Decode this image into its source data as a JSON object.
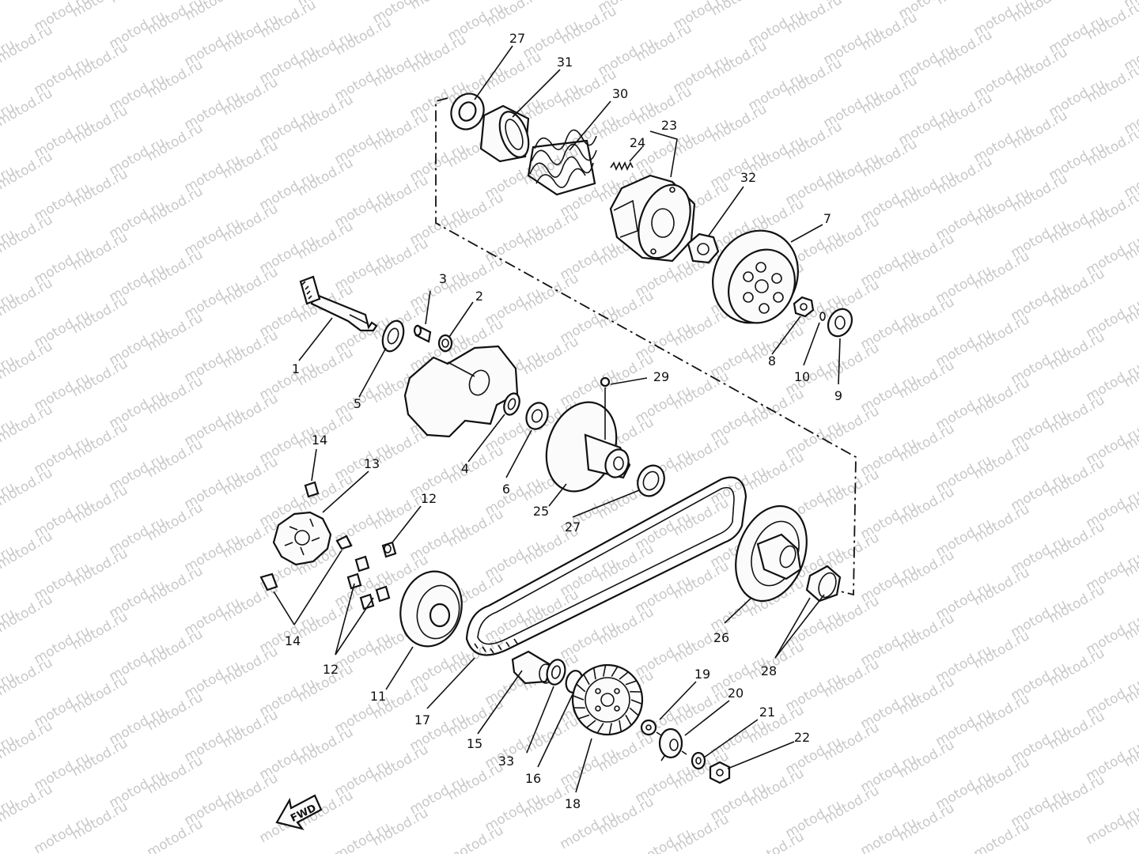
{
  "watermark_text": "motod.ru",
  "direction_label": "FWD",
  "callouts": [
    {
      "id": "27a",
      "label": "27"
    },
    {
      "id": "31",
      "label": "31"
    },
    {
      "id": "30",
      "label": "30"
    },
    {
      "id": "23",
      "label": "23"
    },
    {
      "id": "24",
      "label": "24"
    },
    {
      "id": "32",
      "label": "32"
    },
    {
      "id": "7",
      "label": "7"
    },
    {
      "id": "3",
      "label": "3"
    },
    {
      "id": "2",
      "label": "2"
    },
    {
      "id": "1",
      "label": "1"
    },
    {
      "id": "5",
      "label": "5"
    },
    {
      "id": "8",
      "label": "8"
    },
    {
      "id": "10",
      "label": "10"
    },
    {
      "id": "9",
      "label": "9"
    },
    {
      "id": "29",
      "label": "29"
    },
    {
      "id": "4",
      "label": "4"
    },
    {
      "id": "6",
      "label": "6"
    },
    {
      "id": "25",
      "label": "25"
    },
    {
      "id": "27b",
      "label": "27"
    },
    {
      "id": "14a",
      "label": "14"
    },
    {
      "id": "13",
      "label": "13"
    },
    {
      "id": "12a",
      "label": "12"
    },
    {
      "id": "14b",
      "label": "14"
    },
    {
      "id": "12b",
      "label": "12"
    },
    {
      "id": "11",
      "label": "11"
    },
    {
      "id": "17",
      "label": "17"
    },
    {
      "id": "15",
      "label": "15"
    },
    {
      "id": "33",
      "label": "33"
    },
    {
      "id": "16",
      "label": "16"
    },
    {
      "id": "18",
      "label": "18"
    },
    {
      "id": "19",
      "label": "19"
    },
    {
      "id": "20",
      "label": "20"
    },
    {
      "id": "21",
      "label": "21"
    },
    {
      "id": "22",
      "label": "22"
    },
    {
      "id": "26",
      "label": "26"
    },
    {
      "id": "28",
      "label": "28"
    }
  ]
}
